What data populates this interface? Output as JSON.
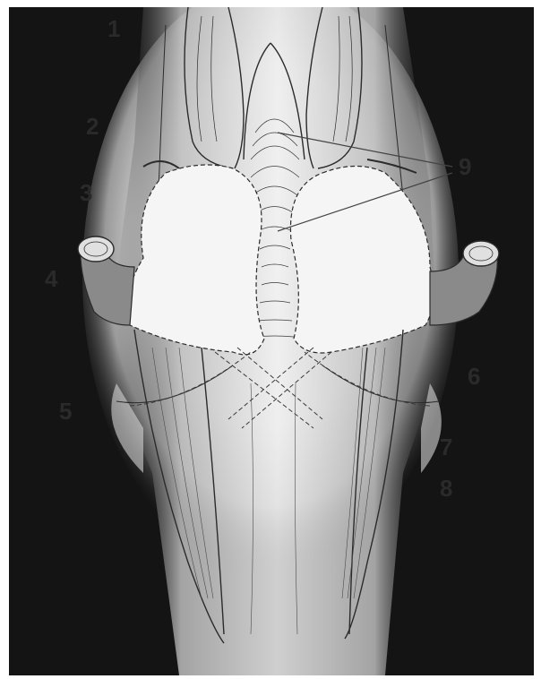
{
  "figure": {
    "background_color": "#141414",
    "glow_color": "#f2f2f2",
    "line_color": "#2b2b2b",
    "pad_color": "#f5f5f5",
    "labels": {
      "l1": "1",
      "l2": "2",
      "l3": "3",
      "l4": "4",
      "l5": "5",
      "l6": "6",
      "l7": "7",
      "l8": "8",
      "l9": "9"
    }
  }
}
